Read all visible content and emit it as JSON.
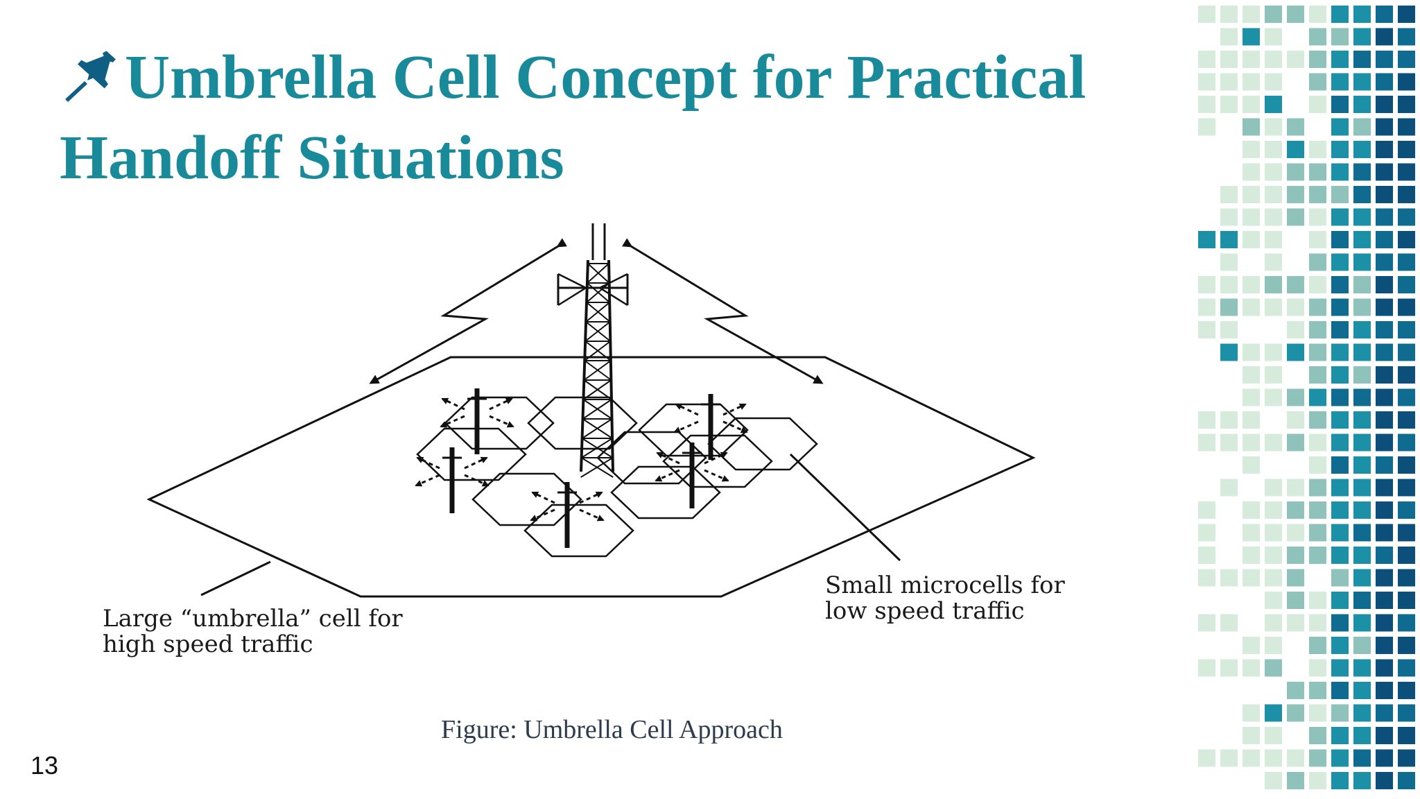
{
  "slide": {
    "title": "Umbrella Cell Concept for Practical Handoff Situations",
    "title_icon": "pushpin-icon",
    "caption": "Figure: Umbrella Cell Approach",
    "page_number": "13"
  },
  "diagram": {
    "label_umbrella_line1": "Large “umbrella” cell for",
    "label_umbrella_line2": "high speed traffic",
    "label_micro_line1": "Small microcells for",
    "label_micro_line2": "low speed traffic"
  },
  "colors": {
    "title": "#188a9a",
    "icon": "#0f5f85",
    "mosaic_pale": "#d7ebdc",
    "mosaic_light": "#8fc2bb",
    "mosaic_mid": "#1b90a6",
    "mosaic_dark": "#0f6b8f",
    "mosaic_navy": "#0b4f7a"
  }
}
